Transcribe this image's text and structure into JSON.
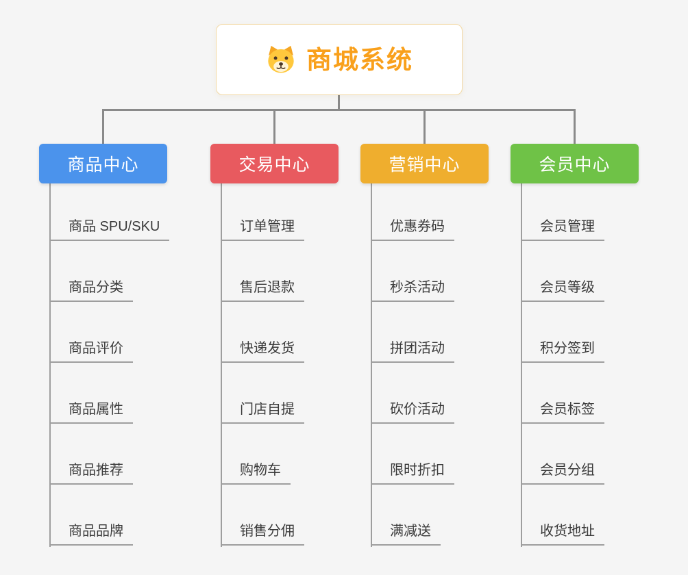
{
  "root": {
    "title": "商城系统",
    "icon": "dog-icon",
    "accent_color": "#f9a01b",
    "border_color": "#f3d9a6"
  },
  "connector_color": "#8a8a8a",
  "branches": [
    {
      "label": "商品中心",
      "color": "#4b93ec",
      "children": [
        "商品 SPU/SKU",
        "商品分类",
        "商品评价",
        "商品属性",
        "商品推荐",
        "商品品牌"
      ]
    },
    {
      "label": "交易中心",
      "color": "#e85a5f",
      "children": [
        "订单管理",
        "售后退款",
        "快递发货",
        "门店自提",
        "购物车",
        "销售分佣"
      ]
    },
    {
      "label": "营销中心",
      "color": "#efae2e",
      "children": [
        "优惠券码",
        "秒杀活动",
        "拼团活动",
        "砍价活动",
        "限时折扣",
        "满减送"
      ]
    },
    {
      "label": "会员中心",
      "color": "#6fc247",
      "children": [
        "会员管理",
        "会员等级",
        "积分签到",
        "会员标签",
        "会员分组",
        "收货地址"
      ]
    }
  ]
}
